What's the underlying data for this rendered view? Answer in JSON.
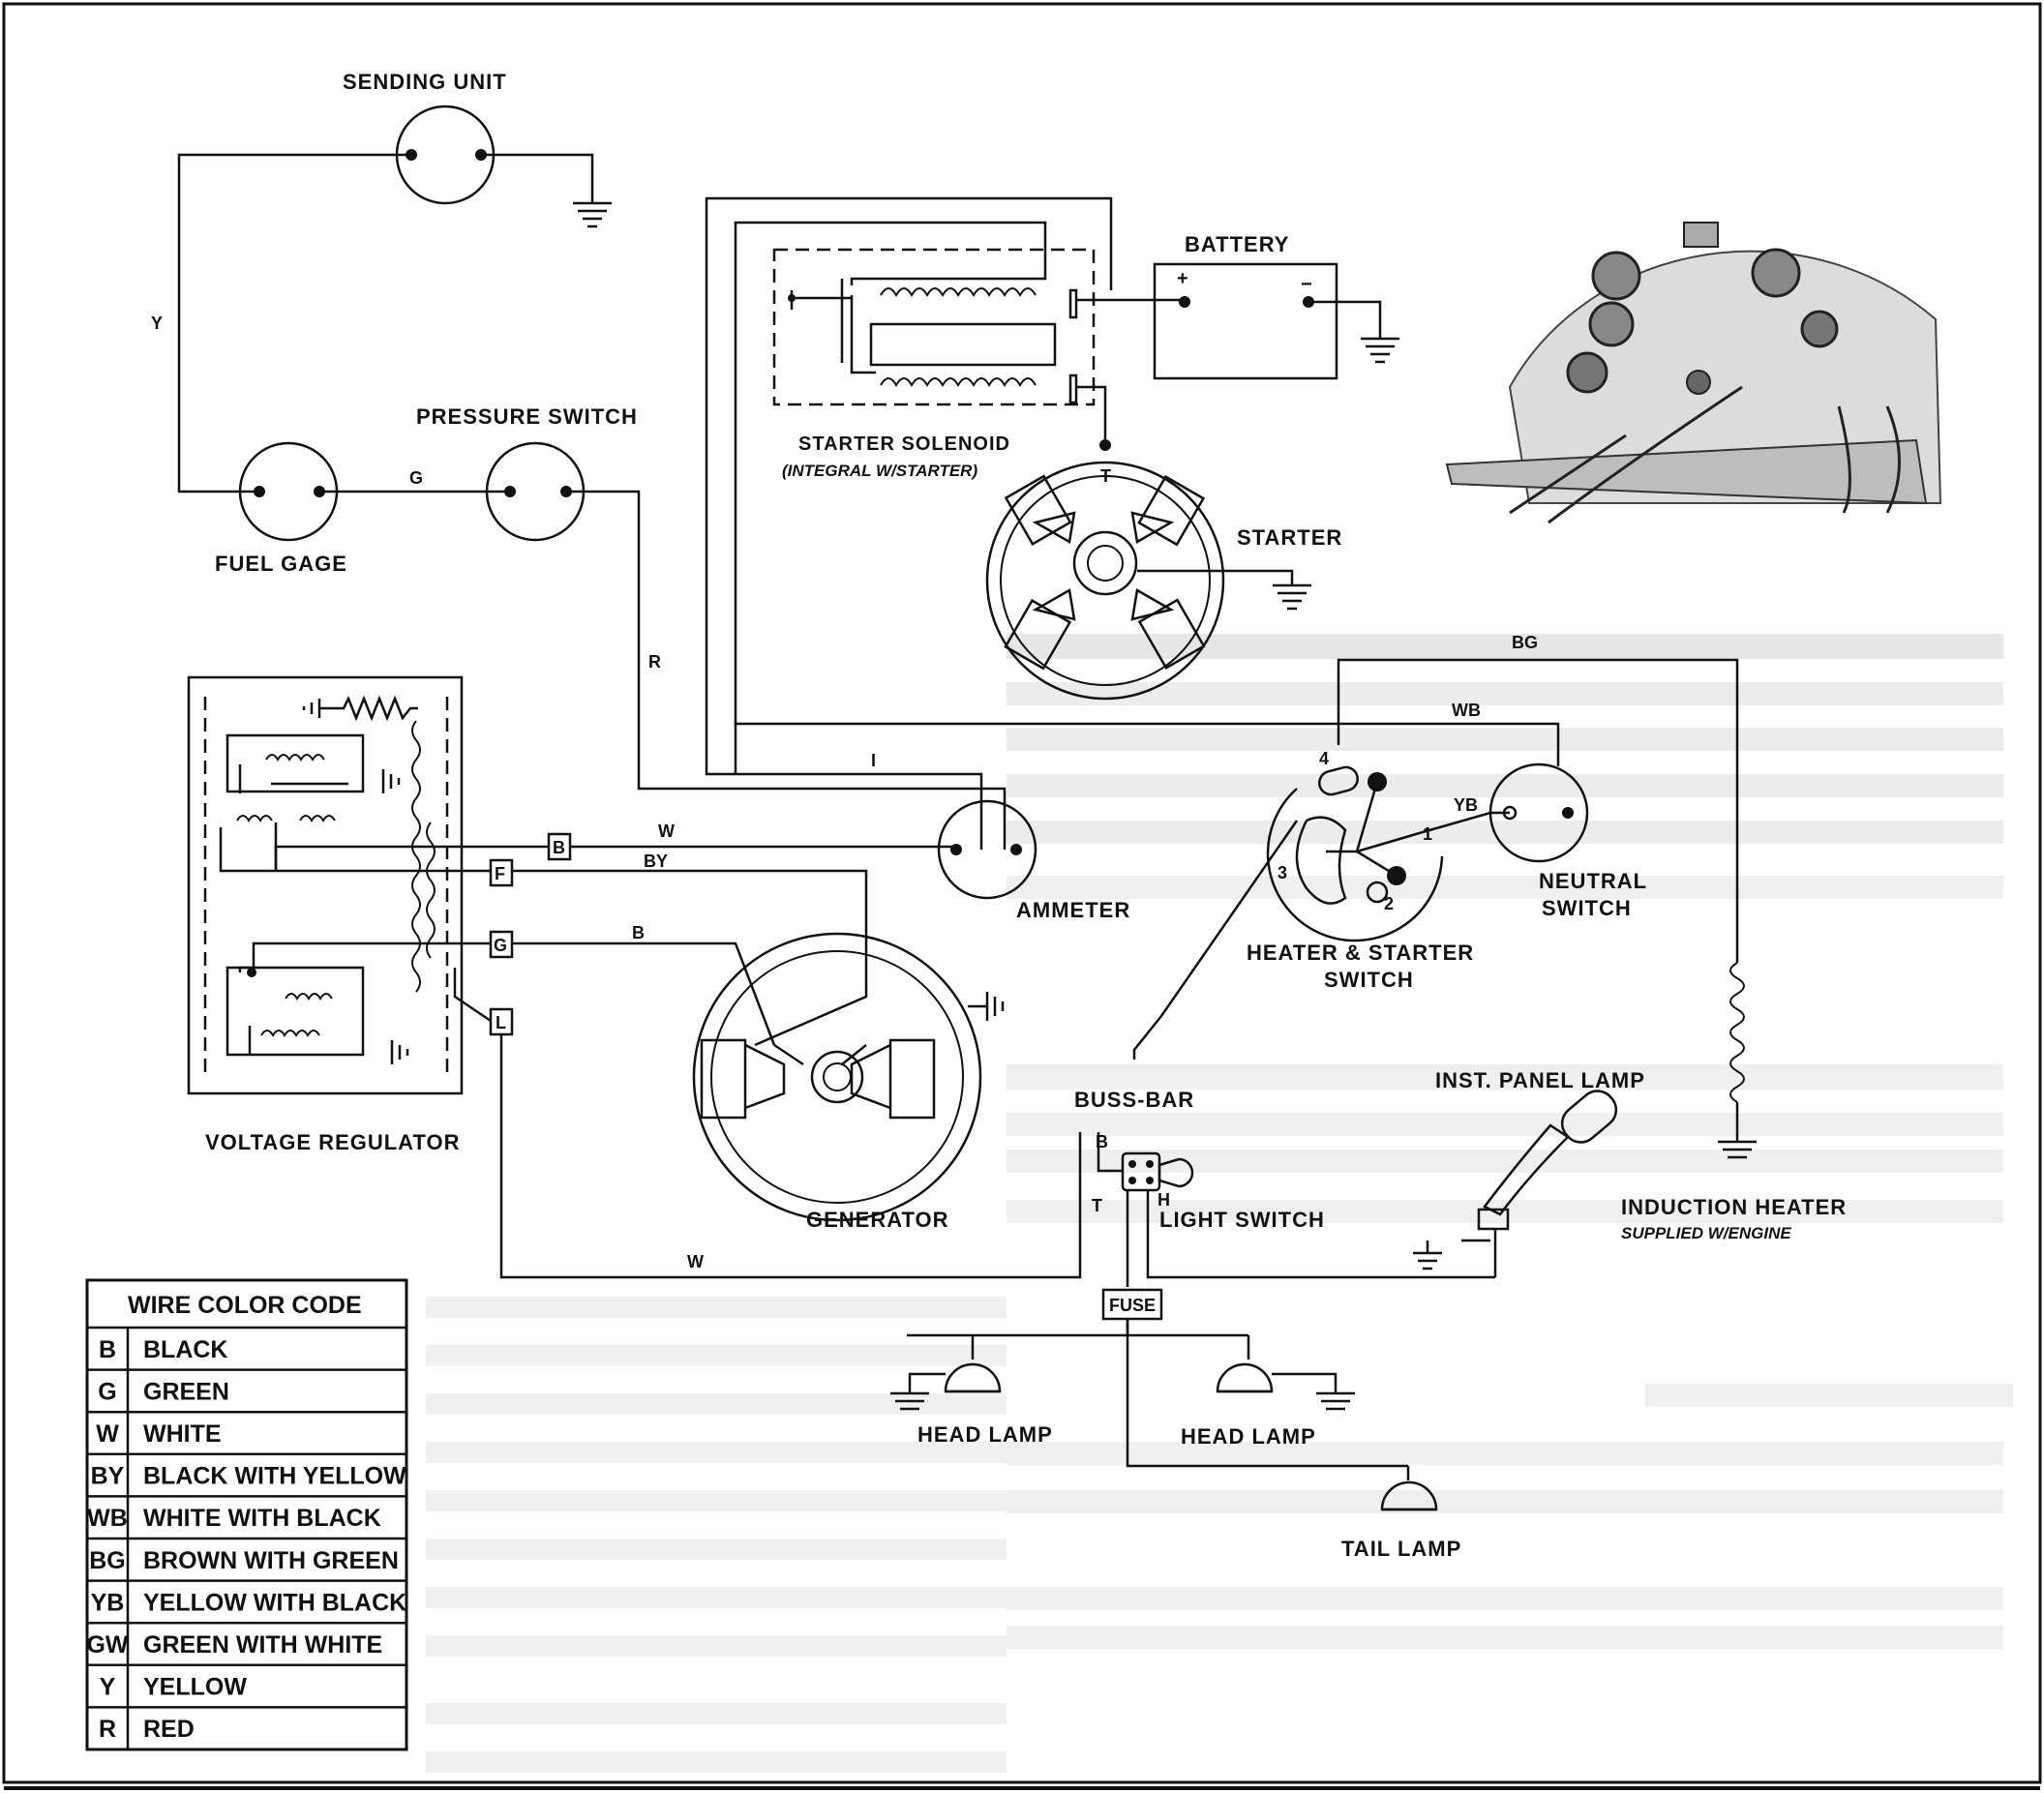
{
  "components": {
    "sending_unit": "SENDING UNIT",
    "pressure_switch": "PRESSURE SWITCH",
    "fuel_gage": "FUEL GAGE",
    "starter_solenoid": "STARTER SOLENOID",
    "starter_solenoid_note": "(INTEGRAL W/STARTER)",
    "battery": "BATTERY",
    "starter": "STARTER",
    "voltage_regulator": "VOLTAGE REGULATOR",
    "ammeter": "AMMETER",
    "generator": "GENERATOR",
    "heater_starter_switch": "HEATER & STARTER SWITCH",
    "neutral_switch": "NEUTRAL SWITCH",
    "inst_panel_lamp": "INST. PANEL LAMP",
    "buss_bar": "BUSS-BAR",
    "light_switch": "LIGHT SWITCH",
    "fuse": "FUSE",
    "induction_heater": "INDUCTION HEATER",
    "induction_heater_note": "SUPPLIED W/ENGINE",
    "head_lamp_left": "HEAD LAMP",
    "head_lamp_right": "HEAD LAMP",
    "tail_lamp": "TAIL LAMP"
  },
  "wire_labels": {
    "y": "Y",
    "g": "G",
    "r": "R",
    "i": "I",
    "w_ammeter": "W",
    "by": "BY",
    "b_gen": "B",
    "w_bottom": "W",
    "bg": "BG",
    "wb": "WB",
    "yb": "YB"
  },
  "terminals": {
    "reg_b": "B",
    "reg_f": "F",
    "reg_g": "G",
    "reg_l": "L",
    "sw_1": "1",
    "sw_2": "2",
    "sw_3": "3",
    "sw_4": "4",
    "ls_b": "B",
    "ls_t": "T",
    "ls_h": "H",
    "starter_t": "T",
    "batt_plus": "+",
    "batt_minus": "−"
  },
  "wire_color_code": {
    "title": "WIRE COLOR CODE",
    "rows": [
      {
        "code": "B",
        "color": "BLACK"
      },
      {
        "code": "G",
        "color": "GREEN"
      },
      {
        "code": "W",
        "color": "WHITE"
      },
      {
        "code": "BY",
        "color": "BLACK WITH YELLOW"
      },
      {
        "code": "WB",
        "color": "WHITE WITH BLACK"
      },
      {
        "code": "BG",
        "color": "BROWN WITH GREEN"
      },
      {
        "code": "YB",
        "color": "YELLOW WITH BLACK"
      },
      {
        "code": "GW",
        "color": "GREEN WITH WHITE"
      },
      {
        "code": "Y",
        "color": "YELLOW"
      },
      {
        "code": "R",
        "color": "RED"
      }
    ]
  }
}
